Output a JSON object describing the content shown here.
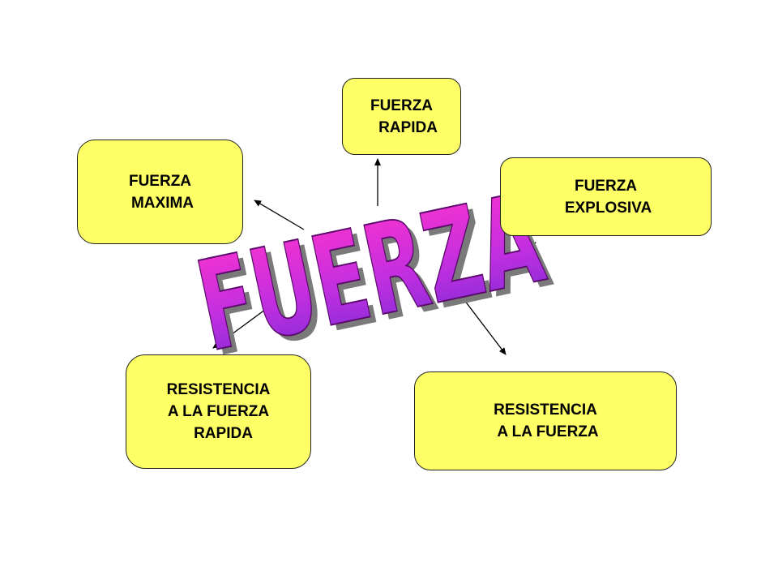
{
  "diagram": {
    "center_word": "FUERZA",
    "nodes": [
      {
        "id": "fuerza-rapida",
        "lines": [
          "FUERZA",
          "RAPIDA"
        ]
      },
      {
        "id": "fuerza-maxima",
        "lines": [
          "FUERZA",
          "MAXIMA"
        ]
      },
      {
        "id": "fuerza-explosiva",
        "lines": [
          "FUERZA",
          "EXPLOSIVA"
        ]
      },
      {
        "id": "resistencia-fuerza-rapida",
        "lines": [
          "RESISTENCIA",
          "A LA FUERZA",
          "RAPIDA"
        ]
      },
      {
        "id": "resistencia-fuerza",
        "lines": [
          "RESISTENCIA",
          "A LA FUERZA"
        ]
      }
    ],
    "colors": {
      "box_fill": "#ffff66",
      "wordart_top": "#ff33cc",
      "wordart_bottom": "#7a2bd6",
      "wordart_shadow": "#7a7a7a"
    }
  }
}
